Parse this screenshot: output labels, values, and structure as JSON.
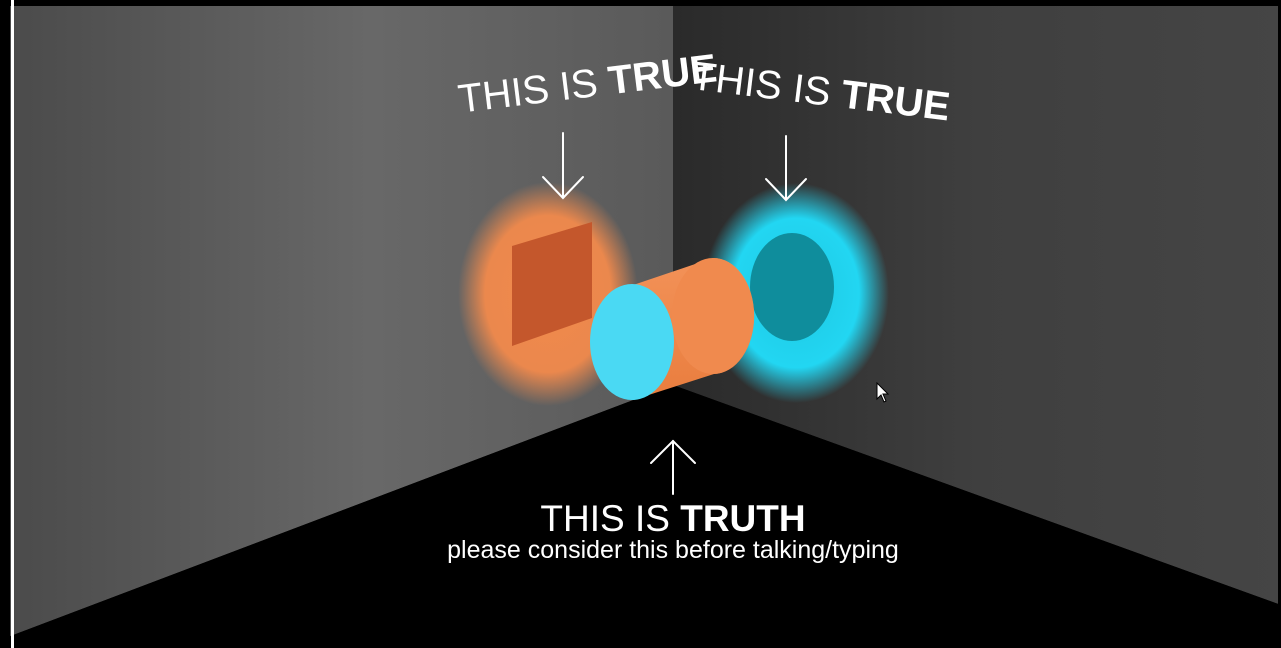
{
  "labels": {
    "left": {
      "prefix": "THIS IS",
      "emphasis": "TRUE"
    },
    "right": {
      "prefix": "THIS IS",
      "emphasis": "TRUE"
    },
    "bottom": {
      "prefix": "THIS IS",
      "emphasis": "TRUTH"
    },
    "caption": "please consider this before talking/typing"
  },
  "colors": {
    "orange": "#f28a4c",
    "orange_dark": "#c4532a",
    "cyan": "#38d9f5",
    "cyan_dark": "#0e8f9e",
    "wall_left": "#6a6a6a",
    "wall_right": "#3c3c3c",
    "floor": "#000000"
  },
  "icons": {
    "arrow_down_left": "arrow-down-icon",
    "arrow_down_right": "arrow-down-icon",
    "arrow_up": "arrow-up-icon",
    "cursor": "mouse-pointer-icon"
  }
}
